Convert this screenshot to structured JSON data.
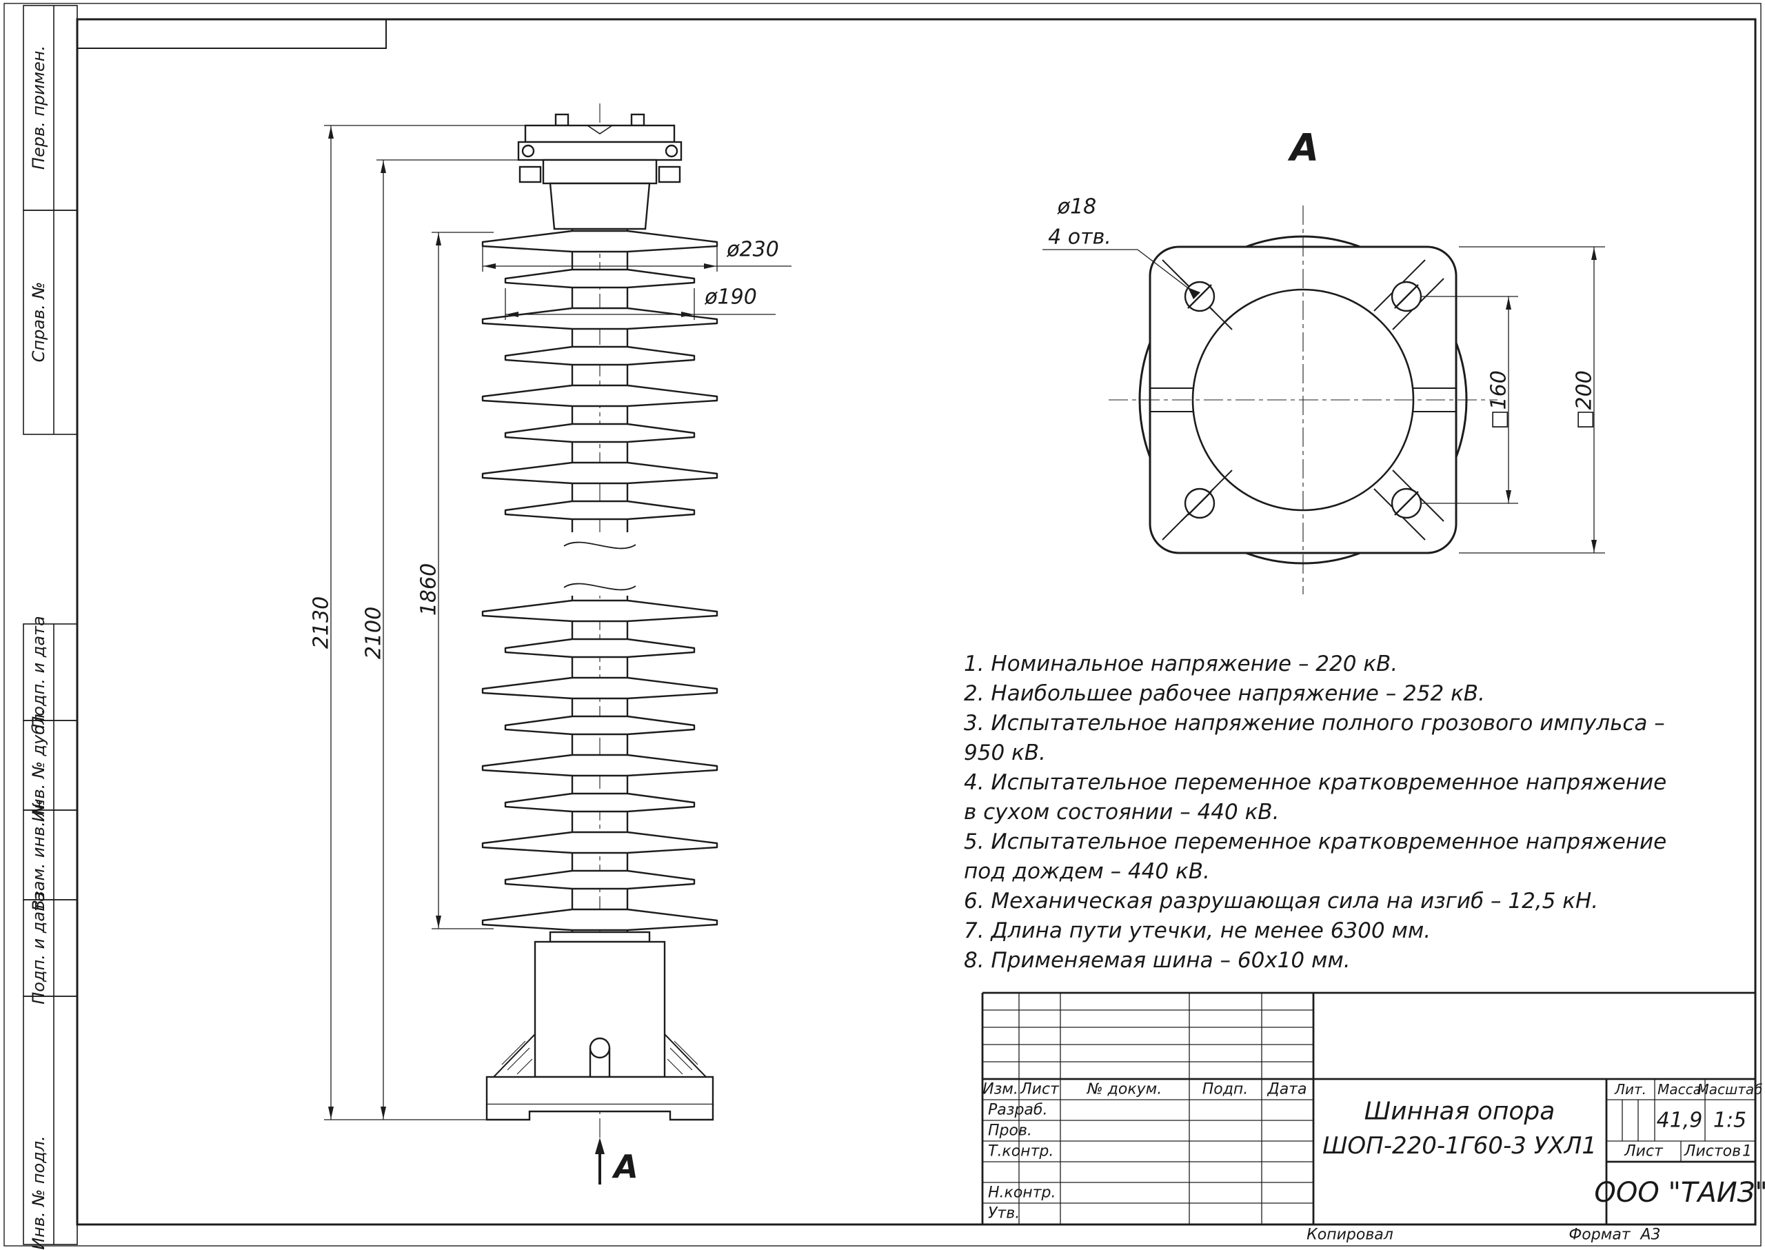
{
  "margin_stamps": {
    "perv_primen": "Перв. примен.",
    "sprav_no": "Справ. №",
    "podp_data_1": "Подп. и дата",
    "inv_no_dubl": "Инв. № дубл.",
    "vzam_inv_no": "Взам. инв. №",
    "podp_data_2": "Подп. и дата",
    "inv_no_podl": "Инв. № подл."
  },
  "front_view": {
    "dims": {
      "total_height": "2130",
      "height_2": "2100",
      "insulation_height": "1860",
      "shed_dia_large": "ø230",
      "shed_dia_small": "ø190"
    },
    "section_label": "А"
  },
  "view_a": {
    "title": "А",
    "hole_dia": "ø18",
    "hole_count": "4 отв.",
    "bolt_square": "□160",
    "flange_square": "□200"
  },
  "notes": {
    "lines": [
      "1. Номинальное напряжение – 220 кВ.",
      "2. Наибольшее рабочее напряжение – 252 кВ.",
      "3. Испытательное напряжение полного грозового импульса –",
      "950 кВ.",
      "4. Испытательное переменное кратковременное напряжение",
      "в сухом состоянии – 440 кВ.",
      "5. Испытательное переменное кратковременное напряжение",
      "под дождем – 440 кВ.",
      "6. Механическая разрушающая сила на изгиб – 12,5 кН.",
      "7. Длина пути утечки, не менее 6300 мм.",
      "8. Применяемая шина – 60х10 мм."
    ]
  },
  "title_block": {
    "cols": {
      "izm": "Изм.",
      "list": "Лист",
      "n_dokum": "№ докум.",
      "podp": "Подп.",
      "data": "Дата"
    },
    "rows": {
      "razrab": "Разраб.",
      "prov": "Пров.",
      "t_kontr": "Т.контр.",
      "n_kontr": "Н.контр.",
      "utv": "Утв."
    },
    "name_line1": "Шинная опора",
    "name_line2": "ШОП-220-1Г60-3 УХЛ1",
    "lit_label": "Лит.",
    "massa_label": "Масса",
    "masshtab_label": "Масштаб",
    "massa_value": "41,9",
    "masshtab_value": "1:5",
    "list_label": "Лист",
    "listov_label": "Листов",
    "listov_value": "1",
    "company": "ООО \"ТАИЗ\""
  },
  "footer": {
    "kopiroval": "Копировал",
    "format_label": "Формат",
    "format_value": "А3"
  }
}
